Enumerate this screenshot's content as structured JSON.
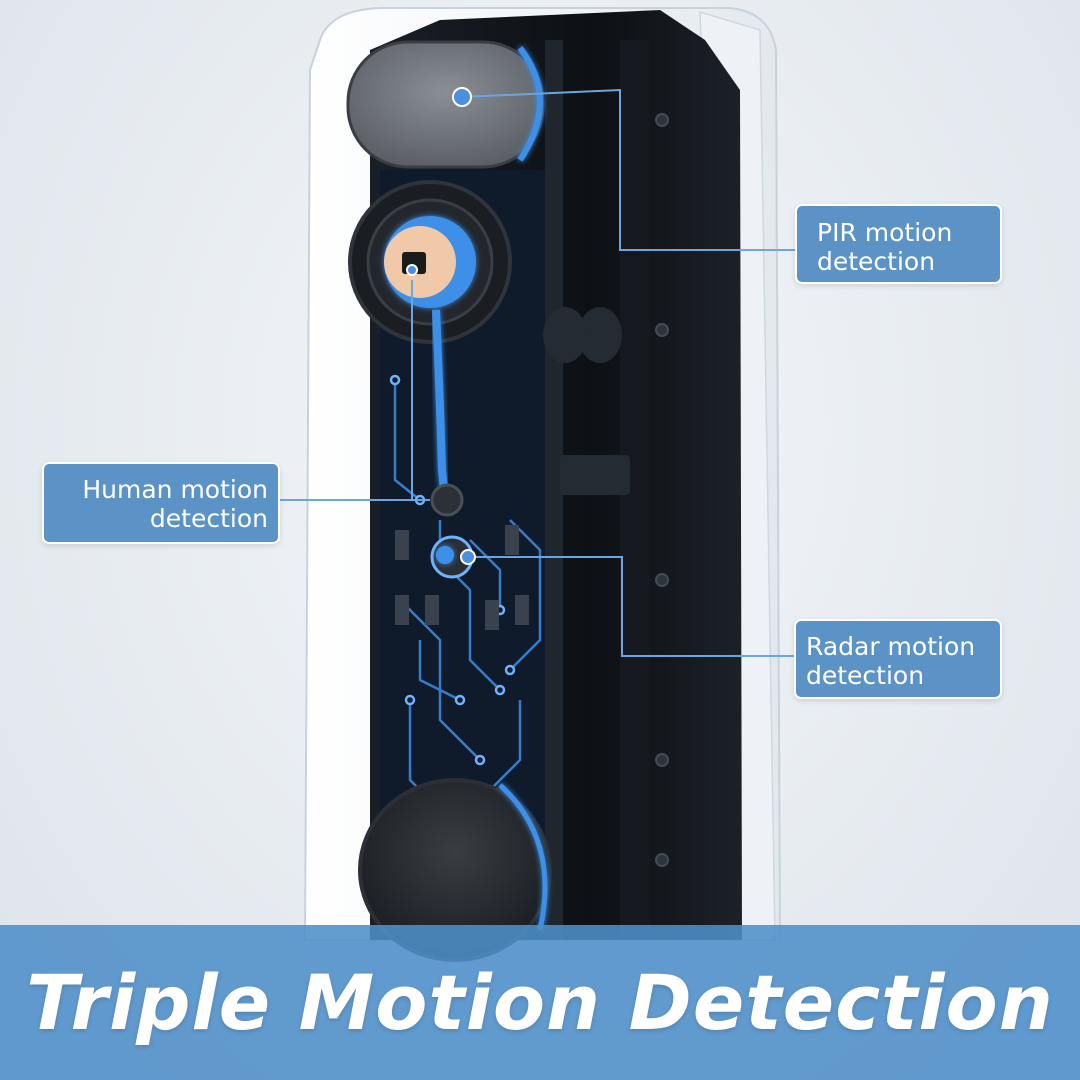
{
  "callouts": {
    "pir": {
      "line1": "PIR motion",
      "line2": "detection"
    },
    "human": {
      "line1": "Human motion",
      "line2": "detection"
    },
    "radar": {
      "line1": "Radar motion",
      "line2": "detection"
    }
  },
  "banner": {
    "title": "Triple Motion Detection"
  },
  "colors": {
    "accent_blue": "#5b93c7",
    "banner_blue": "#4e8ec8",
    "glow_blue": "#3d8fe8",
    "device_black": "#111418",
    "shell_white": "#f7f9fb"
  }
}
